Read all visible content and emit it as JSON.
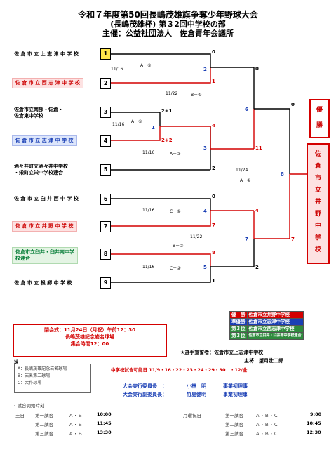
{
  "header": {
    "title1": "令和７年度第50回長嶋茂雄旗争奪少年野球大会",
    "title2": "(長嶋茂雄杯) 第３2回中学校の部",
    "title3": "主催：公益社団法人　佐倉青年会議所"
  },
  "teams": [
    {
      "name": "佐 倉 市 立 上 志 津 中 学 校",
      "seed": "1"
    },
    {
      "name": "佐 倉 市 立 西 志 津 中 学 校",
      "seed": "2"
    },
    {
      "name": "佐倉市立南部・佐倉・\n佐倉東中学校",
      "seed": "3"
    },
    {
      "name": "佐 倉 市 立 志 津 中 学 校",
      "seed": "4"
    },
    {
      "name": "酒々井町立酒々井中学校\n・栄町立栄中学校連合",
      "seed": "5"
    },
    {
      "name": "佐 倉 市 立 臼 井 西 中 学 校",
      "seed": "6"
    },
    {
      "name": "佐 倉 市 立 井 野 中 学 校",
      "seed": "7"
    },
    {
      "name": "佐倉市立臼井・臼井南中学\n校連合",
      "seed": "8"
    },
    {
      "name": "佐 倉 市 立 根 郷 中 学 校",
      "seed": "9"
    }
  ],
  "matches": {
    "m1_date": "11/16",
    "m1_venue": "A－②",
    "m2_date": "11/16",
    "m2_venue": "A－①",
    "m3_date": "11/16",
    "m3_venue": "A－②",
    "m4_date": "11/16",
    "m4_venue": "C－①",
    "m5_date": "11/16",
    "m5_venue": "C－②",
    "m6_date": "11/22",
    "m6_venue": "B－①",
    "m7_date": "11/22",
    "m7_venue": "B－②",
    "m8_date": "11/24",
    "m8_venue": "A－①"
  },
  "scores": {
    "s1_top": "0",
    "s1_bot": "2",
    "s2_top": "2+1",
    "s2_bot": "1",
    "s3_top": "4",
    "s3_bot": "2+2",
    "s4_top": "3",
    "s4_bot": "2",
    "s5_top": "0",
    "s5_bot": "4",
    "s6_top": "7",
    "s6_bot": "8",
    "s7_top": "5",
    "s7_bot": "1",
    "sf1_top": "0",
    "sf1_bot": "1",
    "sf1_w": "6",
    "sf1_l": "11",
    "sf2_top": "4",
    "sf2_bot": "2",
    "sf2_w": "7",
    "f_top": "0",
    "f_w": "8",
    "f_bot": "7"
  },
  "champion": {
    "label1": "優",
    "label2": "勝",
    "team_vertical": "佐倉市立井野中学校"
  },
  "results": [
    {
      "rank": "優　勝",
      "team": "佐倉市立井野中学校",
      "color": "#d40000"
    },
    {
      "rank": "準優勝",
      "team": "佐倉市立志津中学校",
      "color": "#1a3fb5"
    },
    {
      "rank": "第３位",
      "team": "佐倉市立西志津中学校",
      "color": "#2e8b3d"
    },
    {
      "rank": "第３位",
      "team": "佐倉市立臼井・臼井南中学校連合",
      "color": "#2e8b3d"
    }
  ],
  "closing": {
    "line1": "閉会式：11月24日（月祝）午前12：30",
    "line2": "長嶋茂雄記念岩名球場",
    "line3": "集合時間12：00"
  },
  "venues": {
    "head": "球",
    "a": "A：長嶋茂雄記念岩名球場",
    "b": "B：岩名第二球場",
    "c": "C：大作球場"
  },
  "info": {
    "oath": "★選手宣誓者：佐倉市立上志津中学校",
    "captain": "主将　望月壮二郎",
    "dates": "中学校試合可能日 11/9・16・22・23・24・29・30　・12/全",
    "chair_label": "大会実行委員長　：",
    "chair_name": "小林　明",
    "chair_role": "事業初理事",
    "vice_label": "大会実行副委員長：",
    "vice_name": "竹島健明",
    "vice_role": "事業初理事"
  },
  "schedule": {
    "title": "・試合開始時刻",
    "left_head": "土日",
    "right_head": "月曜祝日",
    "left": [
      {
        "game": "第一試合",
        "fields": "Ａ・Ｂ",
        "time": "10:00"
      },
      {
        "game": "第二試合",
        "fields": "Ａ・Ｂ",
        "time": "11:45"
      },
      {
        "game": "第三試合",
        "fields": "Ａ・Ｂ",
        "time": "13:30"
      }
    ],
    "right": [
      {
        "game": "第一試合",
        "fields": "Ａ・Ｂ・Ｃ",
        "time": "9:00"
      },
      {
        "game": "第二試合",
        "fields": "Ａ・Ｂ・Ｃ",
        "time": "10:45"
      },
      {
        "game": "第三試合",
        "fields": "Ａ・Ｂ・Ｃ",
        "time": "12:30"
      }
    ]
  },
  "colors": {
    "winner_line": "#d40000",
    "normal_line": "#000000",
    "seed_highlight": "#ffe54a"
  }
}
